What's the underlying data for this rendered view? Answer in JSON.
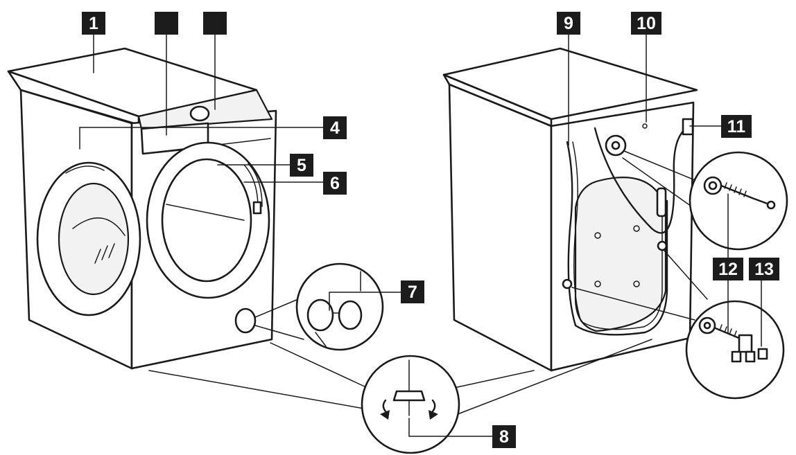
{
  "callouts": [
    {
      "id": "c1",
      "label": "1"
    },
    {
      "id": "c2",
      "label": ""
    },
    {
      "id": "c3",
      "label": ""
    },
    {
      "id": "c4",
      "label": "4"
    },
    {
      "id": "c5",
      "label": "5"
    },
    {
      "id": "c6",
      "label": "6"
    },
    {
      "id": "c7",
      "label": "7"
    },
    {
      "id": "c8",
      "label": "8"
    },
    {
      "id": "c9",
      "label": "9"
    },
    {
      "id": "c10",
      "label": "10"
    },
    {
      "id": "c11",
      "label": "11"
    },
    {
      "id": "c12",
      "label": "12"
    },
    {
      "id": "c13",
      "label": "13"
    }
  ]
}
